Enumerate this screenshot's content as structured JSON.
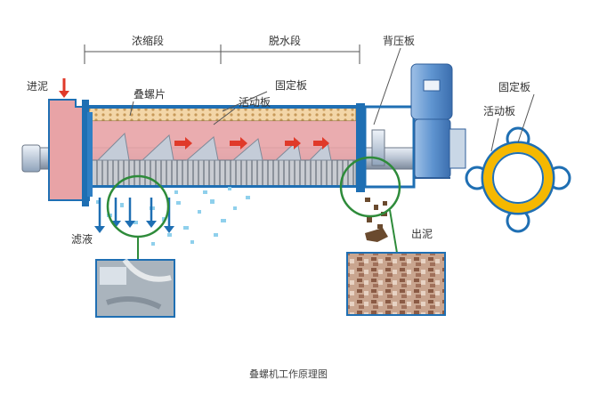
{
  "labels": {
    "thickening_section": "浓缩段",
    "dewatering_section": "脱水段",
    "back_plate": "背压板",
    "sludge_inlet": "进泥",
    "stacked_screw_plate": "叠螺片",
    "fixed_plate": "固定板",
    "moving_plate": "活动板",
    "fixed_plate_right": "固定板",
    "moving_plate_right": "活动板",
    "filtrate": "滤液",
    "sludge_outlet": "出泥"
  },
  "caption": "叠螺机工作原理图",
  "colors": {
    "frame_blue": "#1f6fb3",
    "sludge_pink": "#e8a3a6",
    "ring_yellow": "#f5b800",
    "callout_green": "#2e8b3a",
    "arrow_red": "#e03a2a",
    "motor_blue": "#4f86c6"
  }
}
